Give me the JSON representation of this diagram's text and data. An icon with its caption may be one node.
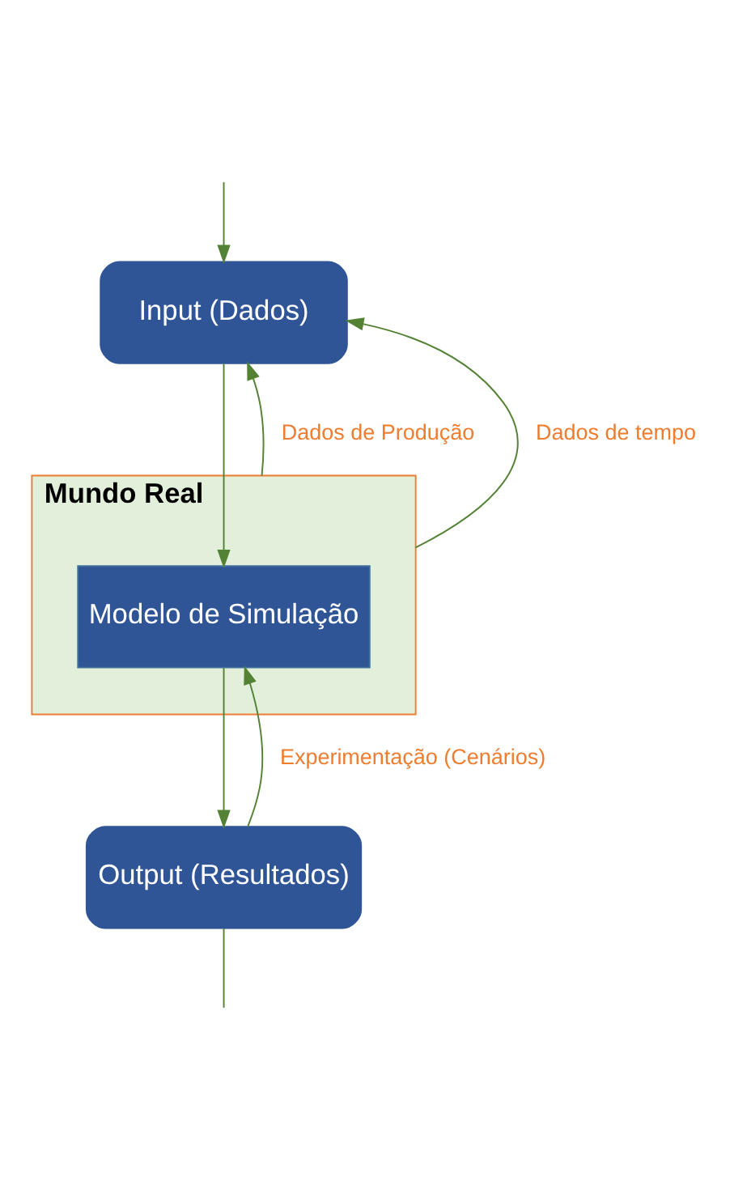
{
  "diagram": {
    "nodes": [
      {
        "text": [
          "Input (Dados)"
        ]
      },
      {
        "text": [
          "Mundo Real"
        ]
      },
      {
        "text": [
          "Modelo de Simulação"
        ],
        "in": 1
      },
      {
        "text": [
          "Output (Resultados)"
        ]
      }
    ],
    "edges": [
      {
        "from": null,
        "to": 0,
        "arrow": "to"
      },
      {
        "from": 1,
        "to": 0,
        "arrow": "to",
        "label": "Dados de Produção"
      },
      {
        "from": 1,
        "to": 0,
        "arrow": "to",
        "label": "Dados de tempo"
      },
      {
        "from": 0,
        "to": 2,
        "arrow": "to"
      },
      {
        "from": 2,
        "to": 3,
        "arrow": "to"
      },
      {
        "from": 3,
        "to": 2,
        "arrow": "to",
        "label": "Experimentação (Cenários)"
      },
      {
        "from": 3,
        "to": null,
        "arrow": "none"
      }
    ]
  }
}
